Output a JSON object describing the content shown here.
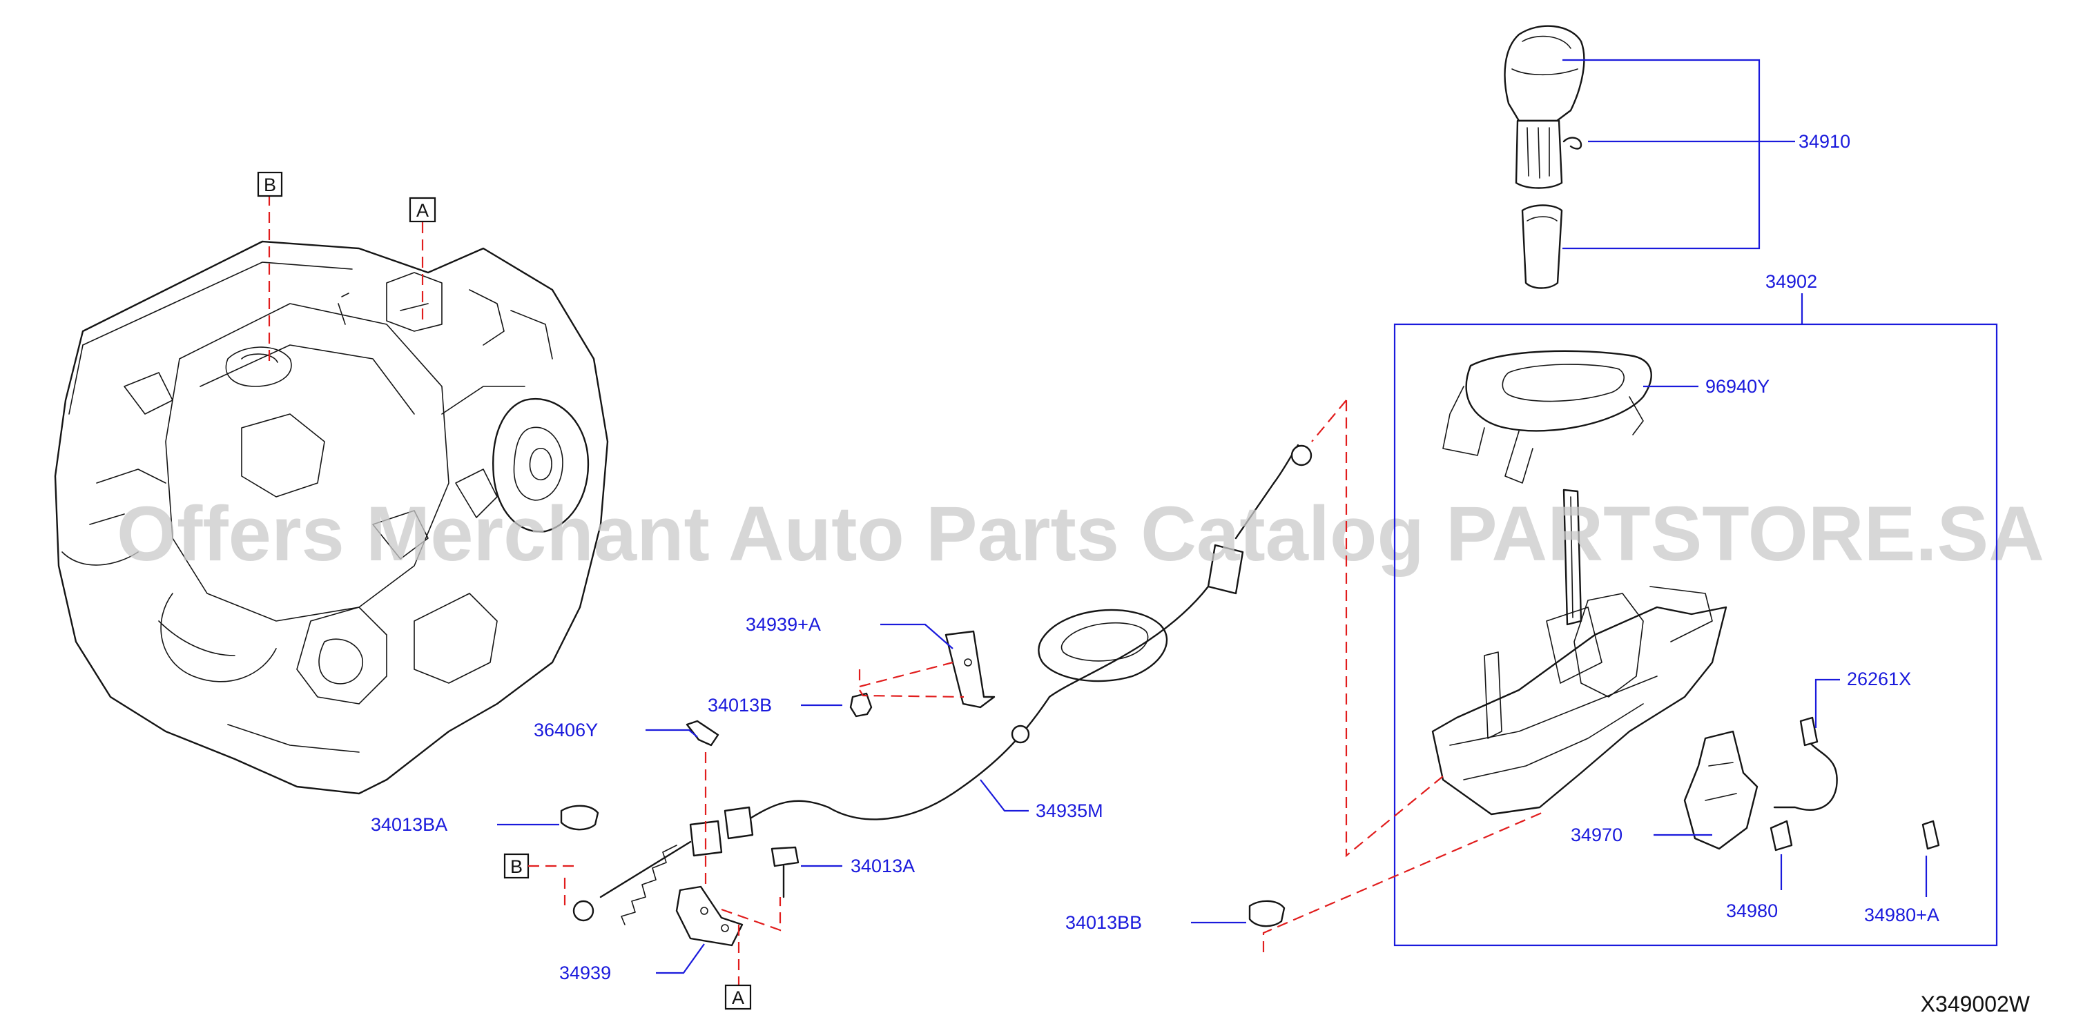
{
  "diagram": {
    "code": "X349002W",
    "watermark": "Offers Merchant Auto Parts Catalog PARTSTORE.SA"
  },
  "parts": [
    {
      "id": "p34910",
      "label": "34910"
    },
    {
      "id": "p34902",
      "label": "34902"
    },
    {
      "id": "p96940Y",
      "label": "96940Y"
    },
    {
      "id": "p26261X",
      "label": "26261X"
    },
    {
      "id": "p34970",
      "label": "34970"
    },
    {
      "id": "p34980",
      "label": "34980"
    },
    {
      "id": "p34980A",
      "label": "34980+A"
    },
    {
      "id": "p34939A",
      "label": "34939+A"
    },
    {
      "id": "p34013B",
      "label": "34013B"
    },
    {
      "id": "p36406Y",
      "label": "36406Y"
    },
    {
      "id": "p34935M",
      "label": "34935M"
    },
    {
      "id": "p34013BA",
      "label": "34013BA"
    },
    {
      "id": "p34013A",
      "label": "34013A"
    },
    {
      "id": "p34013BB",
      "label": "34013BB"
    },
    {
      "id": "p34939",
      "label": "34939"
    }
  ],
  "refs": {
    "a": "A",
    "b": "B"
  },
  "colors": {
    "label": "#1a1adc",
    "dashed_link": "#e11d1d",
    "ink": "#151515"
  }
}
